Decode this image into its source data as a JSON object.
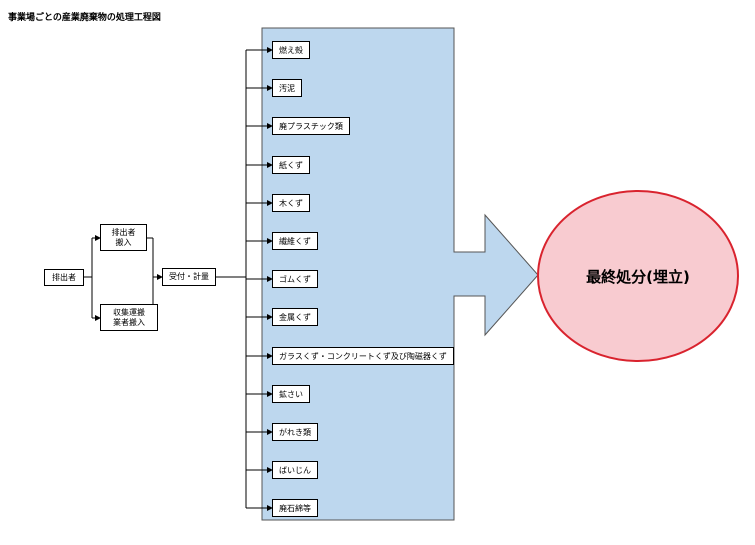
{
  "title": "事業場ごとの産業廃棄物の処理工程図",
  "nodes": {
    "emitter": "排出者",
    "self_carry": "排出者\n搬入",
    "contractor_carry": "収集運搬\n業者搬入",
    "reception": "受付・計量",
    "final_disposal": "最終処分(埋立)"
  },
  "waste_types": [
    "燃え殻",
    "汚泥",
    "廃プラスチック類",
    "紙くず",
    "木くず",
    "繊維くず",
    "ゴムくず",
    "金属くず",
    "ガラスくず・コンクリートくず及び陶磁器くず",
    "鉱さい",
    "がれき類",
    "ばいじん",
    "廃石綿等"
  ],
  "colors": {
    "panel_fill": "#bdd7ee",
    "ellipse_fill": "#f8cbd0",
    "ellipse_stroke": "#d9232e",
    "line": "#000000"
  }
}
